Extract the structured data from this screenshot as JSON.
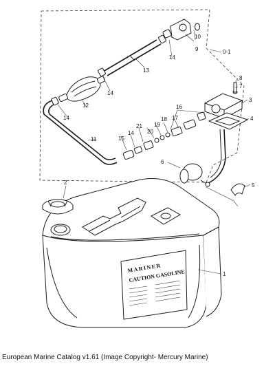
{
  "parts": {
    "p1": "1",
    "p2": "2",
    "p3": "3",
    "p4": "4",
    "p5": "5",
    "p6": "6",
    "p7": "7",
    "p8": "8",
    "p9": "9",
    "p10": "10",
    "p11": "11",
    "p12": "12",
    "p13": "13",
    "p14a": "14",
    "p14b": "14",
    "p14c": "14",
    "p14d": "14",
    "p15": "15",
    "p16": "16",
    "p17": "17",
    "p18": "18",
    "p19": "19",
    "p20": "20",
    "p21": "21",
    "p0_1": "0-1"
  },
  "tank": {
    "brand": "MARINER",
    "caution": "CAUTION GASOLINE"
  },
  "footer": "European Marine Catalog v1.61 (Image Copyright- Mercury Marine)"
}
